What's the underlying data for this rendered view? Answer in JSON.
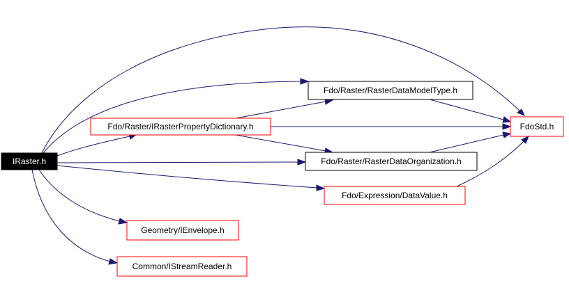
{
  "colors": {
    "edge": "#191970",
    "root_fill": "#000000",
    "root_text": "#ffffff",
    "border_linked": "#ff0000",
    "border_plain": "#000000",
    "node_fill": "#ffffff"
  },
  "nodes": [
    {
      "id": "iraster",
      "label": "IRaster.h"
    },
    {
      "id": "irasterpropdict",
      "label": "Fdo/Raster/IRasterPropertyDictionary.h"
    },
    {
      "id": "rasterdatamodeltype",
      "label": "Fdo/Raster/RasterDataModelType.h"
    },
    {
      "id": "rasterdataorg",
      "label": "Fdo/Raster/RasterDataOrganization.h"
    },
    {
      "id": "datavalue",
      "label": "Fdo/Expression/DataValue.h"
    },
    {
      "id": "fdostd",
      "label": "FdoStd.h"
    },
    {
      "id": "ienvelope",
      "label": "Geometry/IEnvelope.h"
    },
    {
      "id": "istreamreader",
      "label": "Common/IStreamReader.h"
    }
  ],
  "edges": [
    {
      "from": "iraster",
      "to": "fdostd"
    },
    {
      "from": "iraster",
      "to": "rasterdatamodeltype"
    },
    {
      "from": "iraster",
      "to": "irasterpropdict"
    },
    {
      "from": "iraster",
      "to": "rasterdataorg"
    },
    {
      "from": "iraster",
      "to": "datavalue"
    },
    {
      "from": "iraster",
      "to": "ienvelope"
    },
    {
      "from": "iraster",
      "to": "istreamreader"
    },
    {
      "from": "irasterpropdict",
      "to": "rasterdatamodeltype"
    },
    {
      "from": "irasterpropdict",
      "to": "fdostd"
    },
    {
      "from": "irasterpropdict",
      "to": "rasterdataorg"
    },
    {
      "from": "rasterdatamodeltype",
      "to": "fdostd"
    },
    {
      "from": "rasterdataorg",
      "to": "fdostd"
    },
    {
      "from": "datavalue",
      "to": "fdostd"
    }
  ]
}
